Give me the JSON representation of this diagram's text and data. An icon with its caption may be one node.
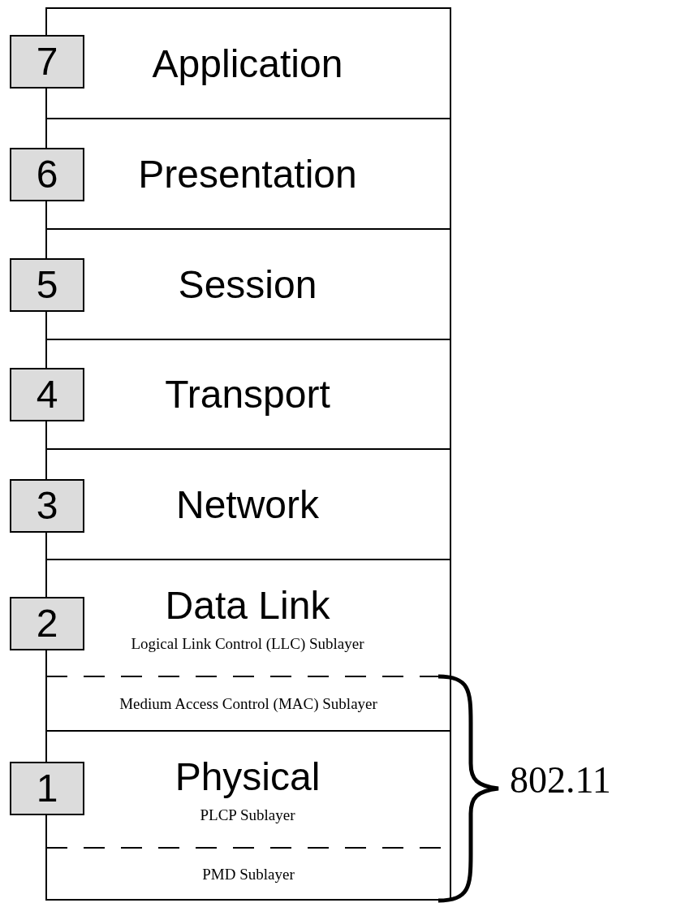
{
  "diagram": {
    "nodes": [
      {
        "text": [
          "7"
        ]
      },
      {
        "text": [
          "Application"
        ]
      },
      {
        "text": [
          "6"
        ]
      },
      {
        "text": [
          "Presentation"
        ]
      },
      {
        "text": [
          "5"
        ]
      },
      {
        "text": [
          "Session"
        ]
      },
      {
        "text": [
          "4"
        ]
      },
      {
        "text": [
          "Transport"
        ]
      },
      {
        "text": [
          "3"
        ]
      },
      {
        "text": [
          "Network"
        ]
      },
      {
        "text": [
          "2"
        ]
      },
      {
        "text": [
          "Data Link",
          "Logical Link Control (LLC) Sublayer"
        ]
      },
      {
        "text": [
          "Medium Access Control (MAC) Sublayer"
        ]
      },
      {
        "text": [
          "1"
        ]
      },
      {
        "text": [
          "Physical",
          "PLCP Sublayer"
        ]
      },
      {
        "text": [
          "PMD Sublayer"
        ]
      }
    ],
    "edges": [],
    "labels": [
      "802.11"
    ]
  }
}
